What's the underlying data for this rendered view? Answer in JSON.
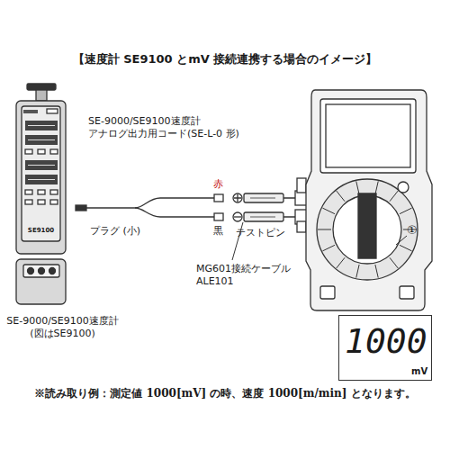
{
  "diagram": {
    "title": "【速度計 SE9100 とmV 接続連携する場合のイメージ】",
    "caption": "※読み取り例：測定値 1000[mV] の時、速度 1000[m/min] となります。",
    "nodes": [
      {
        "text": [
          "1000",
          "mV"
        ]
      }
    ],
    "labels": [
      "SE-9000/SE9100速度計 アナログ出力用コード(SE-L-0 形)",
      "プラグ (小)",
      "赤",
      "黒",
      "テストピン",
      "MG601接続ケーブル ALE101",
      "①",
      "SE-9000/SE9100速度計 (図はSE9100)",
      "SE9100"
    ]
  }
}
